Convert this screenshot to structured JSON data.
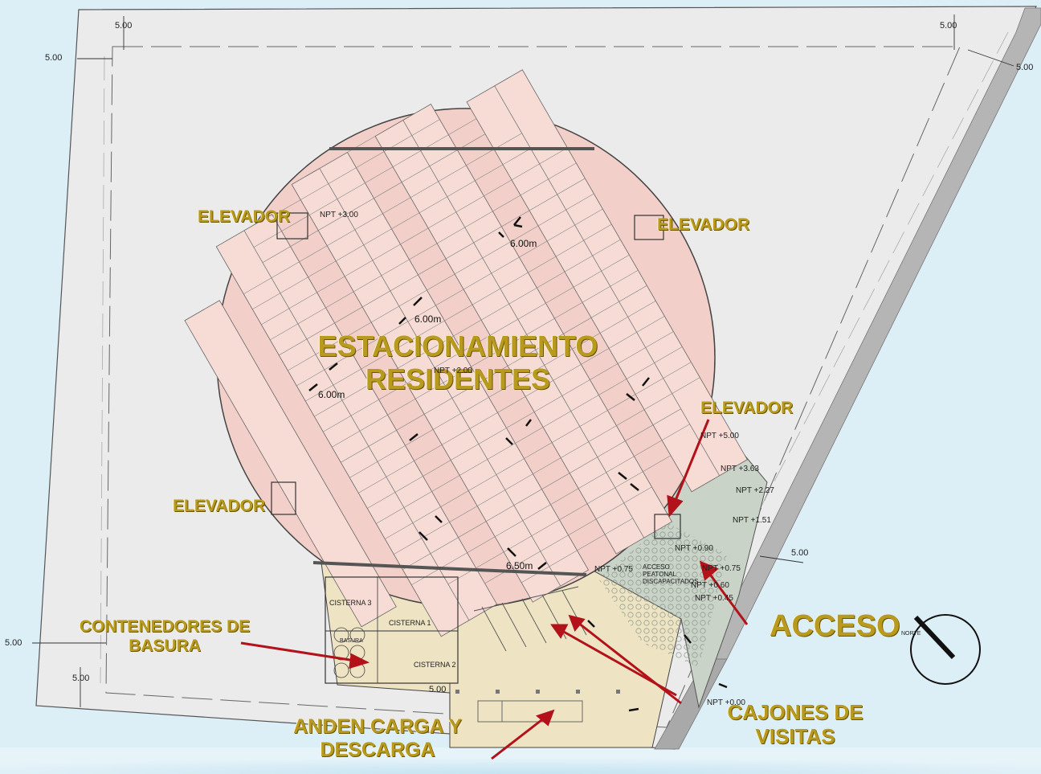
{
  "labels": {
    "parking_title_1": "ESTACIONAMIENTO",
    "parking_title_2": "RESIDENTES",
    "elevator_nw": "ELEVADOR",
    "elevator_ne": "ELEVADOR",
    "elevator_e": "ELEVADOR",
    "elevator_w": "ELEVADOR",
    "containers_1": "CONTENEDORES DE",
    "containers_2": "BASURA",
    "dock_1": "ANDEN CARGA Y",
    "dock_2": "DESCARGA",
    "access": "ACCESO",
    "visits_1": "CAJONES DE",
    "visits_2": "VISITAS"
  },
  "dimensions": {
    "top_left_v": "5.00",
    "top_left_h": "5.00",
    "top_right_v": "5.00",
    "top_right_h": "5.00",
    "right_mid": "5.00",
    "bottom_left_h": "5.00",
    "bottom_left_v": "5.00",
    "bottom_mid_v": "5.00"
  },
  "measures": {
    "aisle_ne": "6.00m",
    "aisle_center": "6.00m",
    "aisle_w": "6.00m",
    "aisle_s": "6.50m"
  },
  "levels": {
    "npt_300": "NPT +3.00",
    "npt_200": "NPT +2.00",
    "npt_500": "NPT +5.00",
    "npt_363": "NPT +3.63",
    "npt_227": "NPT +2.27",
    "npt_151": "NPT +1.51",
    "npt_090": "NPT +0.90",
    "npt_075a": "NPT +0.75",
    "npt_075b": "NPT +0.75",
    "npt_060": "NPT +0.60",
    "npt_045": "NPT +0.45",
    "npt_000": "NPT +0.00"
  },
  "annotations": {
    "cisterna_1": "CISTERNA 1",
    "cisterna_2": "CISTERNA 2",
    "cisterna_3": "CISTERNA 3",
    "basura": "BASURA",
    "acceso_peatonal_1": "ACCESO",
    "acceso_peatonal_2": "PEATONAL",
    "acceso_peatonal_3": "DISCAPACITADOS",
    "norte": "NORTE"
  },
  "colors": {
    "background": "#dceef6",
    "lot": "#ebebeb",
    "parking_circle": "#f2cfc8",
    "service_area": "#eee4c4",
    "ramp_area": "#c9d3c7",
    "label_gold": "#b89a1e",
    "arrow_red": "#b3121a",
    "wall_grey": "#b5b5b5"
  }
}
